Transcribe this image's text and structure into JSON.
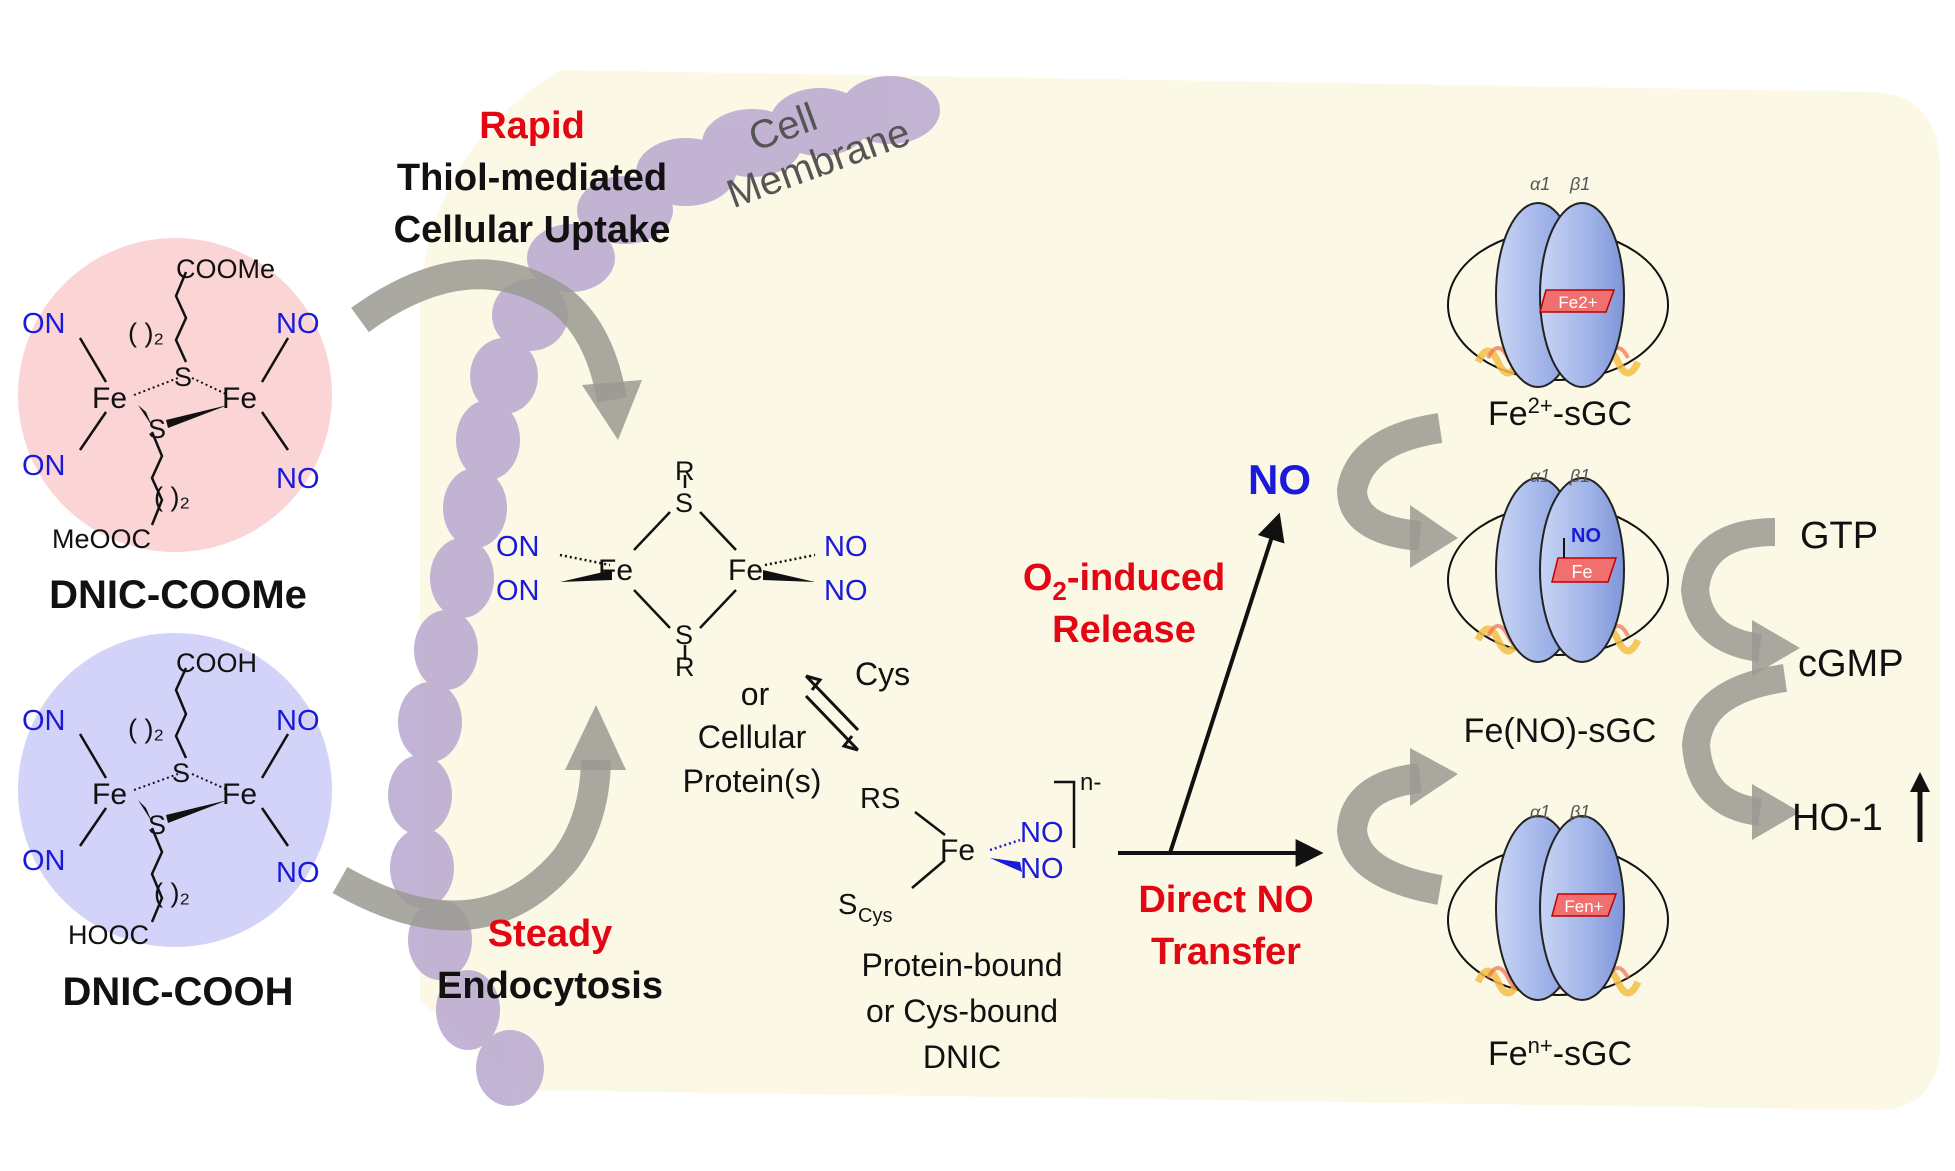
{
  "uptake": {
    "rapid_red": "Rapid",
    "rapid_line1": "Thiol-mediated",
    "rapid_line2": "Cellular Uptake",
    "steady_red": "Steady",
    "steady_line2": "Endocytosis"
  },
  "membrane": {
    "line1": "Cell",
    "line2": "Membrane"
  },
  "dnic_coome": {
    "name": "DNIC-COOMe",
    "top_group": "COOMe",
    "bottom_group": "MeOOC",
    "ligand": "NO",
    "ligand_left": "ON",
    "metal": "Fe",
    "bridge": "S",
    "linker": "( )₂"
  },
  "dnic_cooh": {
    "name": "DNIC-COOH",
    "top_group": "COOH",
    "bottom_group": "HOOC",
    "ligand": "NO",
    "ligand_left": "ON",
    "metal": "Fe",
    "bridge": "S",
    "linker": "( )₂"
  },
  "rre": {
    "r": "R",
    "s": "S",
    "fe": "Fe",
    "on": "ON",
    "no": "NO"
  },
  "equilibrium": {
    "cys": "Cys",
    "or": "or",
    "cellular": "Cellular",
    "proteins": "Protein(s)"
  },
  "protein_dnic": {
    "rs": "RS",
    "fe": "Fe",
    "no": "NO",
    "charge": "n-",
    "scys_s": "S",
    "scys_sub": "Cys",
    "label_line1": "Protein-bound",
    "label_line2": "or Cys-bound",
    "label_line3": "DNIC"
  },
  "release": {
    "no": "NO",
    "o2_prefix": "O",
    "o2_sub": "2",
    "o2_suffix": "-induced",
    "line2": "Release",
    "direct_line1": "Direct NO",
    "direct_line2": "Transfer"
  },
  "sgc": {
    "alpha": "α1",
    "beta": "β1",
    "top_heme": "Fe2+",
    "top_label_a": "Fe",
    "top_label_sup": "2+",
    "top_label_b": "-sGC",
    "mid_no": "NO",
    "mid_heme": "Fe",
    "mid_label": "Fe(NO)-sGC",
    "bot_heme": "Fen+",
    "bot_label_a": "Fe",
    "bot_label_sup": "n+",
    "bot_label_b": "-sGC"
  },
  "products": {
    "gtp": "GTP",
    "cgmp": "cGMP",
    "ho1": "HO-1"
  },
  "colors": {
    "cell_interior": "#fcf8e6",
    "membrane": "#b8a8d0",
    "dnic_coome_bg": "#fbd5d5",
    "dnic_cooh_bg": "#d3d3f9",
    "arrow_gray": "#9a9a92",
    "red": "#e30613",
    "blue": "#1a1adb"
  }
}
